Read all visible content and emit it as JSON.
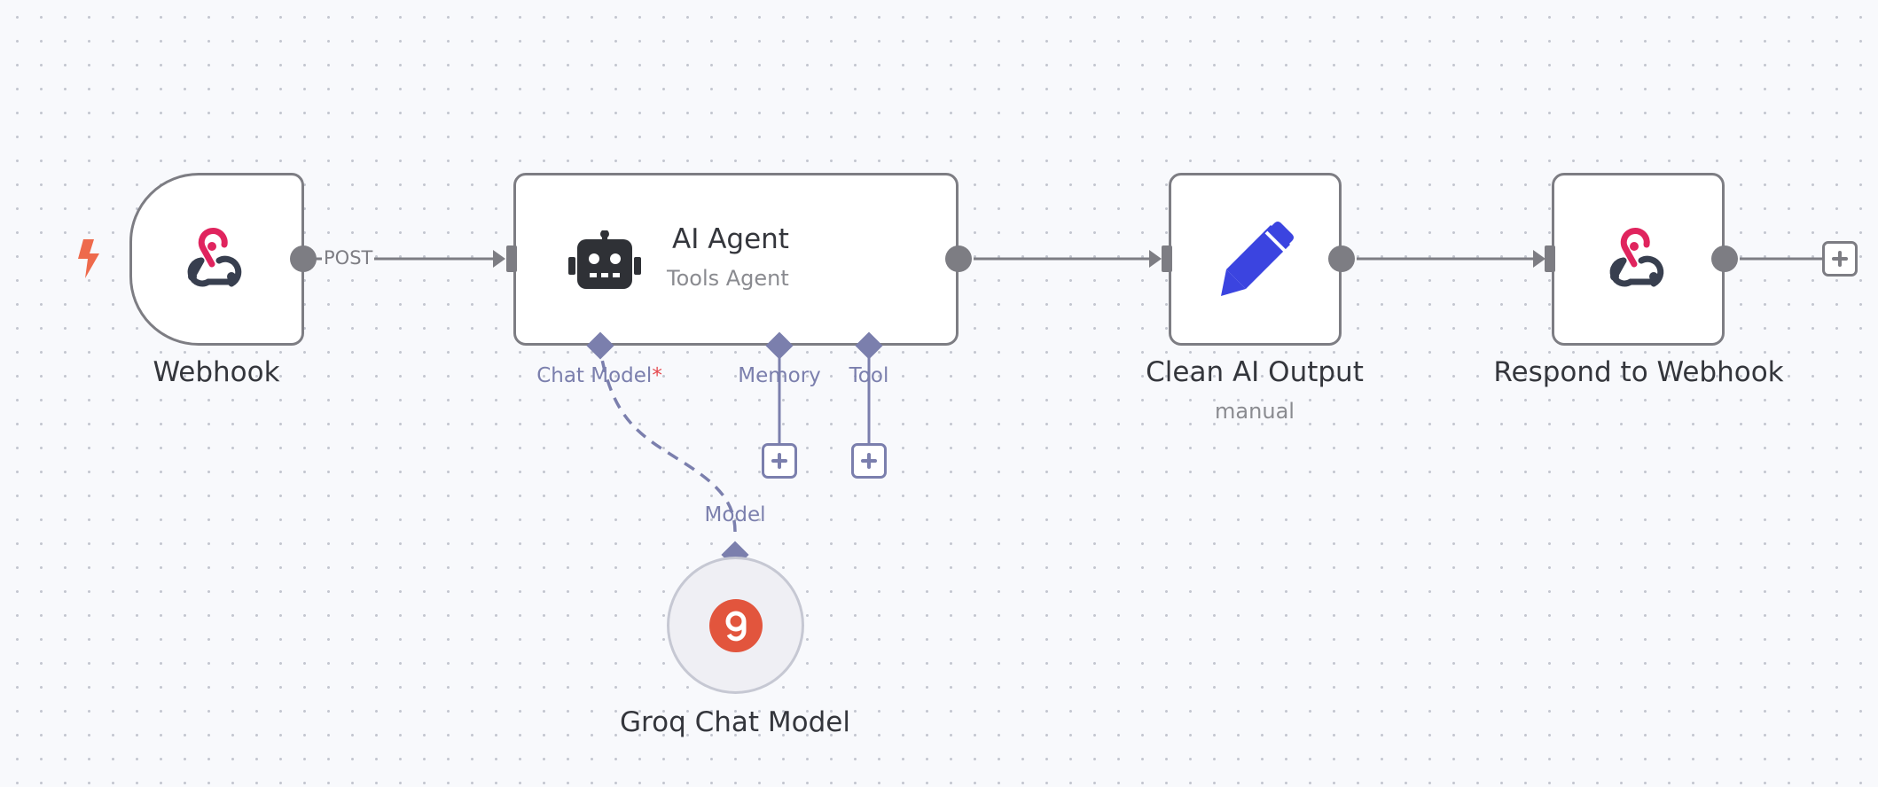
{
  "workflow": {
    "nodes": {
      "webhook": {
        "label": "Webhook",
        "icon": "webhook-icon"
      },
      "ai_agent": {
        "label": "AI Agent",
        "subtitle": "Tools Agent",
        "icon": "robot-icon"
      },
      "clean_output": {
        "label": "Clean AI Output",
        "subtitle": "manual",
        "icon": "pencil-icon"
      },
      "respond": {
        "label": "Respond to Webhook",
        "icon": "webhook-icon"
      },
      "groq": {
        "label": "Groq Chat Model",
        "icon": "groq-icon"
      }
    },
    "edges": {
      "webhook_to_agent_label": "POST"
    },
    "agent_inputs": {
      "chat_model": "Chat Model",
      "chat_model_required": "*",
      "memory": "Memory",
      "tool": "Tool"
    },
    "groq_output": "Model",
    "trigger_icon": "lightning-icon"
  },
  "colors": {
    "node_border": "#7d7d83",
    "ai_connection": "#7b7fad",
    "trigger_accent": "#ee6a4c",
    "webhook_pink": "#e0245e",
    "webhook_dark": "#383f4f",
    "pencil_blue": "#3b44e0",
    "groq_orange": "#e2553d",
    "required_red": "#e5484d"
  }
}
